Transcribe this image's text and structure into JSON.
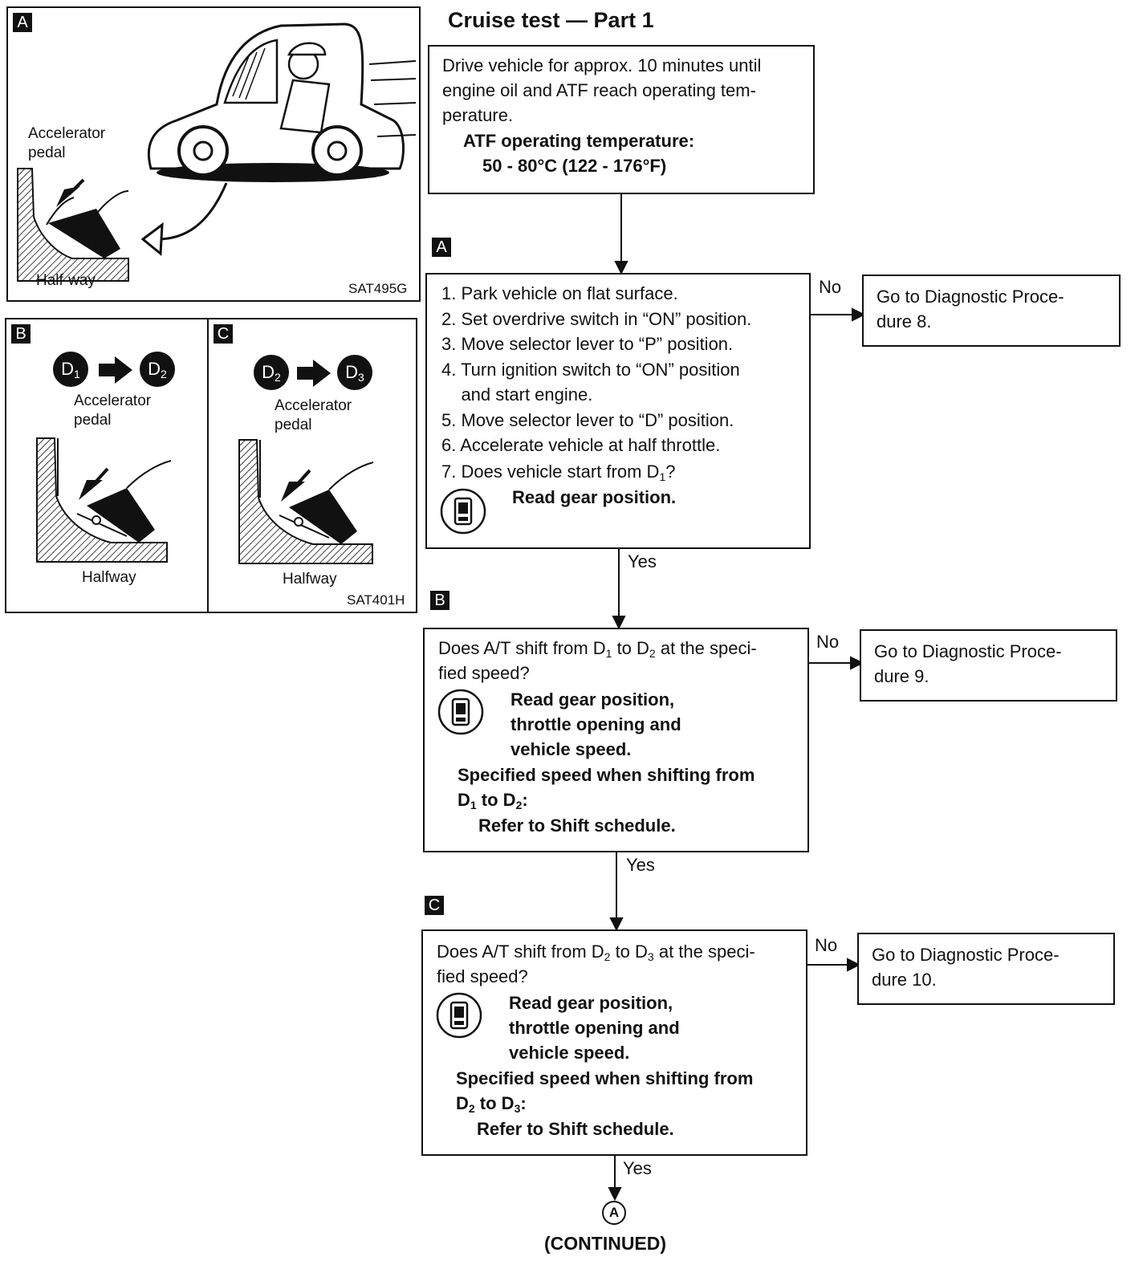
{
  "title": "Cruise test — Part 1",
  "panels": {
    "a": {
      "tag": "A",
      "accelerator_line1": "Accelerator",
      "accelerator_line2": "pedal",
      "position_label": "Half-way",
      "code": "SAT495G"
    },
    "b": {
      "tag": "B",
      "from_letter": "D",
      "from_sub": "1",
      "to_letter": "D",
      "to_sub": "2",
      "accelerator_line1": "Accelerator",
      "accelerator_line2": "pedal",
      "position_label": "Halfway"
    },
    "c": {
      "tag": "C",
      "from_letter": "D",
      "from_sub": "2",
      "to_letter": "D",
      "to_sub": "3",
      "accelerator_line1": "Accelerator",
      "accelerator_line2": "pedal",
      "position_label": "Halfway",
      "code": "SAT401H"
    }
  },
  "intro_box": {
    "line1": "Drive vehicle for approx. 10 minutes until",
    "line2": "engine oil and ATF reach operating tem-",
    "line3": "perature.",
    "spec_label": "ATF operating temperature:",
    "spec_value": "50 - 80°C (122 - 176°F)"
  },
  "step_a": {
    "tag": "A",
    "items": [
      "1. Park vehicle on flat surface.",
      "2. Set overdrive switch in “ON” position.",
      "3. Move selector lever to “P” position.",
      "4. Turn ignition switch to “ON” position",
      "    and start engine.",
      "5. Move selector lever to “D” position.",
      "6. Accelerate vehicle at half throttle."
    ],
    "question_prefix": "7. Does vehicle start from D",
    "question_sub": "1",
    "question_suffix": "?",
    "read": "Read gear position.",
    "no_label": "No",
    "no_target_line1": "Go to Diagnostic Proce-",
    "no_target_line2": "dure 8.",
    "yes_label": "Yes"
  },
  "step_b": {
    "tag": "B",
    "q_line1_a": "Does A/T shift from D",
    "q_line1_sub1": "1",
    "q_line1_b": " to D",
    "q_line1_sub2": "2",
    "q_line1_c": " at the speci-",
    "q_line2": "fied speed?",
    "read1": "Read gear position,",
    "read2": "throttle opening and",
    "read3": "vehicle speed.",
    "spec1": "Specified speed when shifting from",
    "spec2_a": "D",
    "spec2_sub1": "1",
    "spec2_b": " to D",
    "spec2_sub2": "2",
    "spec2_c": ":",
    "spec3": "Refer to Shift schedule.",
    "no_label": "No",
    "no_target_line1": "Go to Diagnostic Proce-",
    "no_target_line2": "dure 9.",
    "yes_label": "Yes"
  },
  "step_c": {
    "tag": "C",
    "q_line1_a": "Does A/T shift from D",
    "q_line1_sub1": "2",
    "q_line1_b": " to D",
    "q_line1_sub2": "3",
    "q_line1_c": " at the speci-",
    "q_line2": "fied speed?",
    "read1": "Read gear position,",
    "read2": "throttle opening and",
    "read3": "vehicle speed.",
    "spec1": "Specified speed when shifting from",
    "spec2_a": "D",
    "spec2_sub1": "2",
    "spec2_b": " to D",
    "spec2_sub2": "3",
    "spec2_c": ":",
    "spec3": "Refer to Shift schedule.",
    "no_label": "No",
    "no_target_line1": "Go to Diagnostic Proce-",
    "no_target_line2": "dure 10.",
    "yes_label": "Yes"
  },
  "connector": {
    "letter": "A",
    "continued": "(CONTINUED)"
  }
}
